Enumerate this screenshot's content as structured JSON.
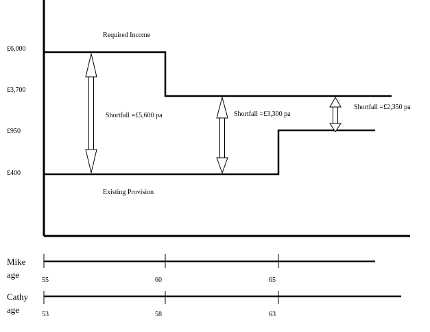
{
  "diagram": {
    "labels": {
      "required_income": "Required Income",
      "existing_provision": "Existing Provision"
    },
    "y_ticks": [
      "£6,000",
      "£3,700",
      "£950",
      "£400"
    ],
    "shortfalls": [
      "Shortfall =£5,600 pa",
      "Shortfall =£3,300 pa",
      "Shortfall =£2,350 pa"
    ],
    "timelines": [
      {
        "name_line1": "Mike",
        "name_line2": "age",
        "ticks": [
          "55",
          "60",
          "65"
        ]
      },
      {
        "name_line1": "Cathy",
        "name_line2": "age",
        "ticks": [
          "53",
          "58",
          "63"
        ]
      }
    ],
    "colors": {
      "line": "#000000",
      "background": "#ffffff"
    }
  }
}
